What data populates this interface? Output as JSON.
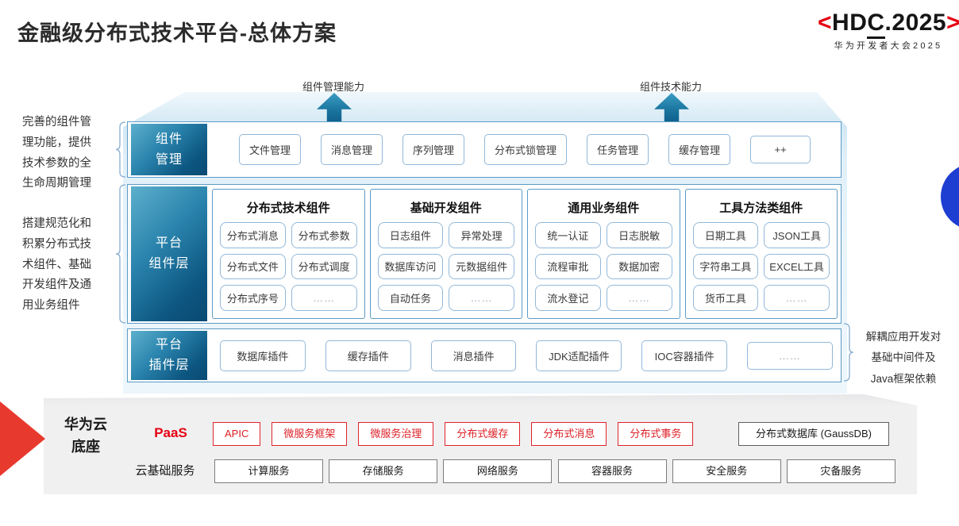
{
  "title": "金融级分布式技术平台-总体方案",
  "logo": {
    "left_angle": "<",
    "text_pre": "HD",
    "text_c": "C",
    "text_post": ".2025",
    "right_angle": ">",
    "subtitle": "华为开发者大会2025"
  },
  "annotations": {
    "arrow_left_label": "组件管理能力",
    "arrow_right_label": "组件技术能力",
    "left_top": "完善的组件管\n理功能，提供\n技术参数的全\n生命周期管理",
    "left_bottom": "搭建规范化和\n积累分布式技\n术组件、基础\n开发组件及通\n用业务组件",
    "right": "解耦应用开发对\n基础中间件及\nJava框架依赖"
  },
  "rows": {
    "management": {
      "label": "组件\n管理",
      "items": [
        "文件管理",
        "消息管理",
        "序列管理",
        "分布式锁管理",
        "任务管理",
        "缓存管理",
        "++"
      ]
    },
    "components": {
      "label": "平台\n组件层",
      "groups": [
        {
          "title": "分布式技术组件",
          "items": [
            "分布式消息",
            "分布式参数",
            "分布式文件",
            "分布式调度",
            "分布式序号",
            "……"
          ]
        },
        {
          "title": "基础开发组件",
          "items": [
            "日志组件",
            "异常处理",
            "数据库访问",
            "元数据组件",
            "自动任务",
            "……"
          ]
        },
        {
          "title": "通用业务组件",
          "items": [
            "统一认证",
            "日志脱敏",
            "流程审批",
            "数据加密",
            "流水登记",
            "……"
          ]
        },
        {
          "title": "工具方法类组件",
          "items": [
            "日期工具",
            "JSON工具",
            "字符串工具",
            "EXCEL工具",
            "货币工具",
            "……"
          ]
        }
      ]
    },
    "plugins": {
      "label": "平台\n插件层",
      "items": [
        "数据库插件",
        "缓存插件",
        "消息插件",
        "JDK适配插件",
        "IOC容器插件",
        "……"
      ]
    }
  },
  "foundation": {
    "label": "华为云\n底座",
    "paas": {
      "label": "PaaS",
      "items": [
        "APIC",
        "微服务框架",
        "微服务治理",
        "分布式缓存",
        "分布式消息",
        "分布式事务"
      ],
      "db_item": "分布式数据库 (GaussDB)"
    },
    "iaas": {
      "label": "云基础服务",
      "items": [
        "计算服务",
        "存储服务",
        "网络服务",
        "容器服务",
        "安全服务",
        "灾备服务"
      ]
    }
  },
  "colors": {
    "red": "#e60012",
    "red-arrow": "#e8392e",
    "teal": "#1a759f",
    "teal-dark": "#0a4a72",
    "blue-circle": "#1e3ed2"
  }
}
